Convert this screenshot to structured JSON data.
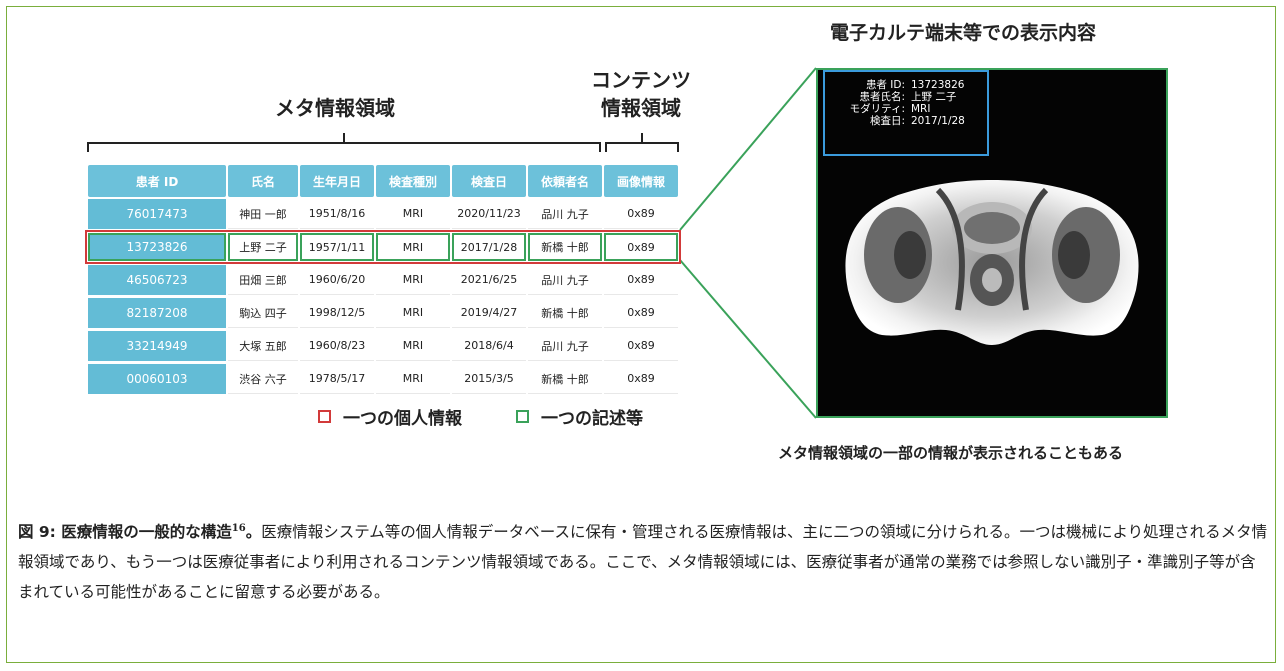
{
  "top_label": "電子カルテ端末等での表示内容",
  "meta_region_label": "メタ情報領域",
  "content_region_label": [
    "コンテンツ",
    "情報領域"
  ],
  "table": {
    "headers": [
      "患者 ID",
      "氏名",
      "生年月日",
      "検査種別",
      "検査日",
      "依頼者名",
      "画像情報"
    ],
    "rows": [
      [
        "76017473",
        "神田 一郎",
        "1951/8/16",
        "MRI",
        "2020/11/23",
        "品川 九子",
        "0x89"
      ],
      [
        "13723826",
        "上野 二子",
        "1957/1/11",
        "MRI",
        "2017/1/28",
        "新橋 十郎",
        "0x89"
      ],
      [
        "46506723",
        "田畑 三郎",
        "1960/6/20",
        "MRI",
        "2021/6/25",
        "品川 九子",
        "0x89"
      ],
      [
        "82187208",
        "駒込 四子",
        "1998/12/5",
        "MRI",
        "2019/4/27",
        "新橋 十郎",
        "0x89"
      ],
      [
        "33214949",
        "大塚 五郎",
        "1960/8/23",
        "MRI",
        "2018/6/4",
        "品川 九子",
        "0x89"
      ],
      [
        "00060103",
        "渋谷 六子",
        "1978/5/17",
        "MRI",
        "2015/3/5",
        "新橋 十郎",
        "0x89"
      ]
    ],
    "highlighted_row": 1
  },
  "legend": {
    "red": "一つの個人情報",
    "green": "一つの記述等",
    "red_color": "#d23a3a",
    "green_color": "#3aa25a"
  },
  "overlay": {
    "lines": [
      {
        "label": "患者 ID:",
        "value": "13723826"
      },
      {
        "label": "患者氏名:",
        "value": "上野 二子"
      },
      {
        "label": "モダリティ:",
        "value": "MRI"
      },
      {
        "label": "検査日:",
        "value": "2017/1/28"
      }
    ]
  },
  "bottom_note": "メタ情報領域の一部の情報が表示されることもある",
  "caption": {
    "title": "図 9: 医療情報の一般的な構造",
    "sup": "16",
    "period": "。",
    "text": "医療情報システム等の個人情報データベースに保有・管理される医療情報は、主に二つの領域に分けられる。一つは機械により処理されるメタ情報領域であり、もう一つは医療従事者により利用されるコンテンツ情報領域である。ここで、メタ情報領域には、医療従事者が通常の業務では参照しない識別子・準識別子等が含まれている可能性があることに留意する必要がある。"
  }
}
